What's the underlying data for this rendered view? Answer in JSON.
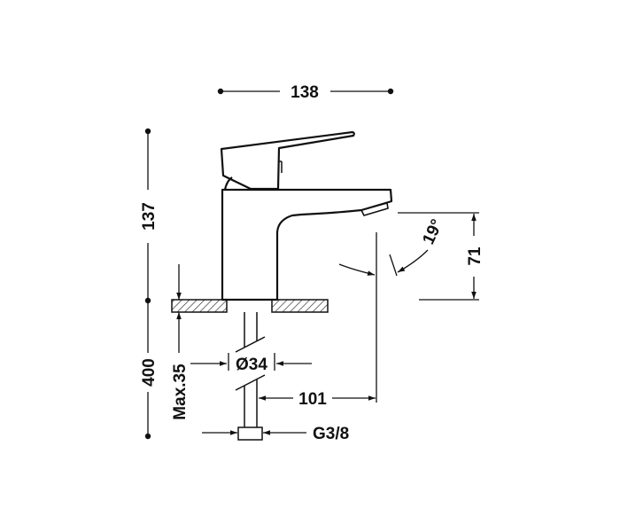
{
  "drawing": {
    "title": "Single-lever basin mixer dimension drawing",
    "line_color": "#111111",
    "hatch_color": "#111111",
    "background": "#ffffff"
  },
  "dimensions": {
    "overall_width": "138",
    "overall_height": "137",
    "hose_length": "400",
    "max_deck_thickness": "Max.35",
    "body_diameter": "Ø34",
    "spout_reach": "101",
    "spout_height": "71",
    "spout_angle": "19°",
    "connection_thread": "G3/8"
  }
}
